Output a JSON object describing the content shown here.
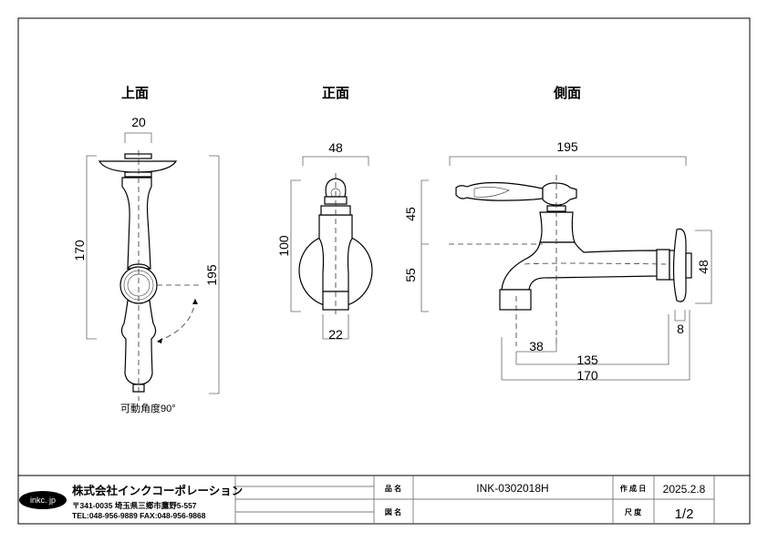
{
  "views": {
    "top": {
      "title": "上面",
      "dims": {
        "width": "20",
        "height": "170",
        "total": "195"
      },
      "note": "可動角度90°"
    },
    "front": {
      "title": "正面",
      "dims": {
        "width": "48",
        "height": "100",
        "bottom": "22"
      }
    },
    "side": {
      "title": "側面",
      "dims": {
        "total": "195",
        "upper": "45",
        "lower": "55",
        "flange": "48",
        "thickness": "8",
        "spout": "38",
        "reach": "135",
        "length": "170"
      }
    }
  },
  "title_block": {
    "logo": "inkc. jp",
    "company": "株式会社インクコーポレーション",
    "address": "〒341-0035 埼玉県三郷市鷹野5-557",
    "contact": "TEL:048-956-9889  FAX:048-956-9868",
    "product_label": "品 名",
    "product_value": "INK-0302018H",
    "drawing_label": "図 名",
    "drawing_value": "",
    "date_label": "作 成 日",
    "date_value": "2025.2.8",
    "scale_label": "尺 度",
    "scale_value": "1/2"
  }
}
